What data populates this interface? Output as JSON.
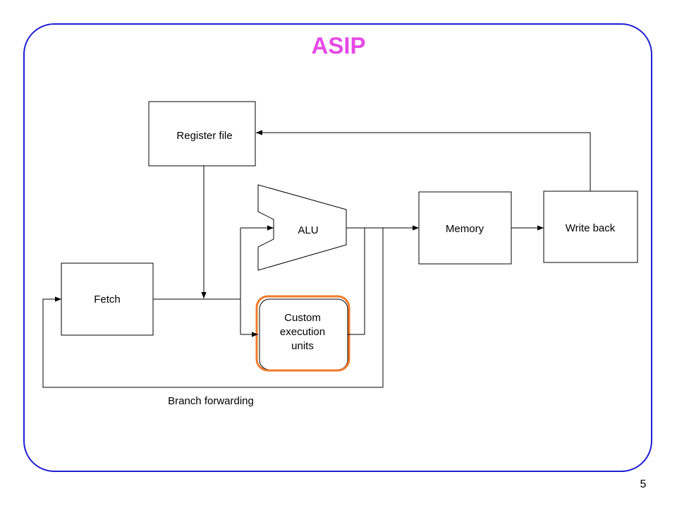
{
  "slide": {
    "title": "ASIP",
    "page_number": "5"
  },
  "diagram": {
    "blocks": {
      "register_file": "Register file",
      "alu": "ALU",
      "memory": "Memory",
      "write_back": "Write back",
      "fetch": "Fetch",
      "custom_units_line1": "Custom",
      "custom_units_line2": "execution",
      "custom_units_line3": "units"
    },
    "labels": {
      "branch_forwarding": "Branch forwarding"
    }
  },
  "colors": {
    "title": "#e64ae6",
    "frame": "#1e1ed2",
    "highlight": "#f07a2a"
  }
}
